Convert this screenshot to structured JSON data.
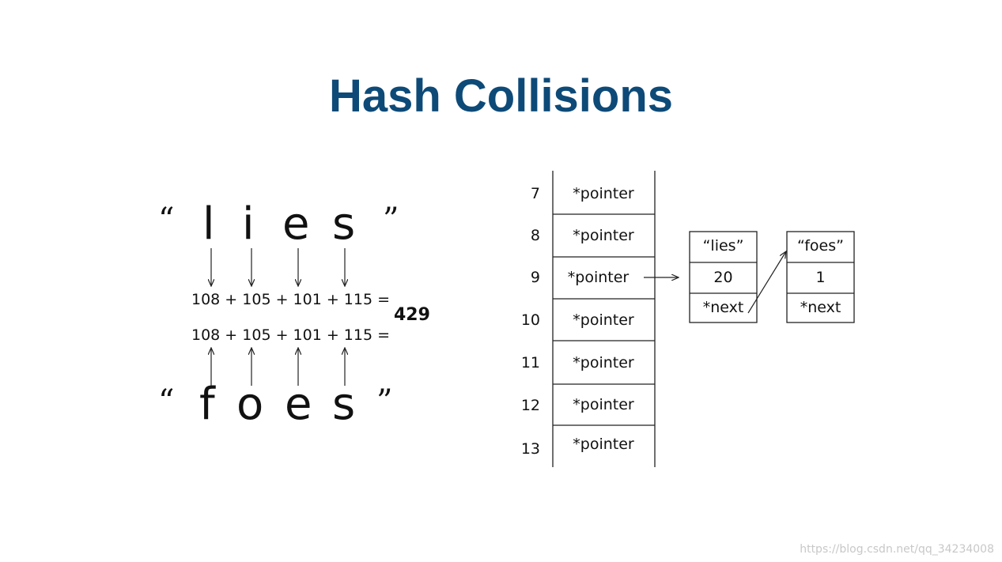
{
  "title": "Hash Collisions",
  "words": {
    "top": {
      "open_quote": "“",
      "letters": [
        "l",
        "i",
        "e",
        "s"
      ],
      "close_quote": "”"
    },
    "bottom": {
      "open_quote": "“",
      "letters": [
        "f",
        "o",
        "e",
        "s"
      ],
      "close_quote": "”"
    }
  },
  "equations": {
    "top": "108 + 105 + 101 + 115 =",
    "bottom": "108 + 105 + 101 + 115 =",
    "result": "429"
  },
  "table": {
    "rows": [
      {
        "index": "7",
        "value": "*pointer"
      },
      {
        "index": "8",
        "value": "*pointer"
      },
      {
        "index": "9",
        "value": "*pointer"
      },
      {
        "index": "10",
        "value": "*pointer"
      },
      {
        "index": "11",
        "value": "*pointer"
      },
      {
        "index": "12",
        "value": "*pointer"
      },
      {
        "index": "13",
        "value": "*pointer"
      }
    ]
  },
  "nodes": [
    {
      "key": "“lies”",
      "value": "20",
      "next": "*next"
    },
    {
      "key": "“foes”",
      "value": "1",
      "next": "*next"
    }
  ],
  "watermark": "https://blog.csdn.net/qq_34234008"
}
